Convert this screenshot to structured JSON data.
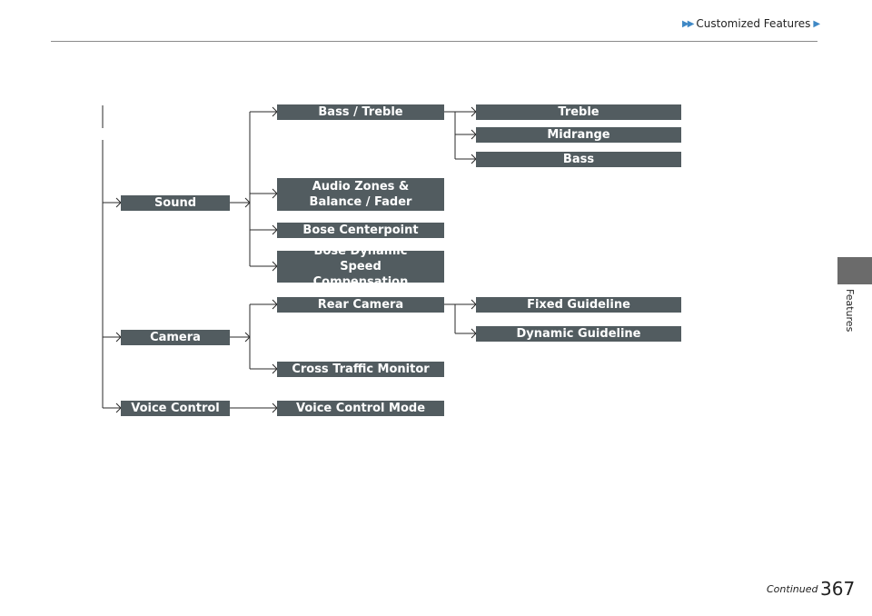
{
  "header": {
    "breadcrumb": "Customized Features"
  },
  "sidebar": {
    "section_label": "Features"
  },
  "tree": {
    "level1": {
      "sound": "Sound",
      "camera": "Camera",
      "voice_control": "Voice Control"
    },
    "level2": {
      "bass_treble": "Bass / Treble",
      "audio_zones": "Audio Zones & Balance / Fader",
      "bose_centerpoint": "Bose Centerpoint",
      "bose_dynamic_speed": "Bose Dynamic Speed Compensation",
      "rear_camera": "Rear Camera",
      "cross_traffic_monitor": "Cross Traffic Monitor",
      "voice_control_mode": "Voice Control Mode"
    },
    "level3": {
      "treble": "Treble",
      "midrange": "Midrange",
      "bass": "Bass",
      "fixed_guideline": "Fixed Guideline",
      "dynamic_guideline": "Dynamic Guideline"
    }
  },
  "footer": {
    "continued": "Continued",
    "page_number": "367"
  }
}
